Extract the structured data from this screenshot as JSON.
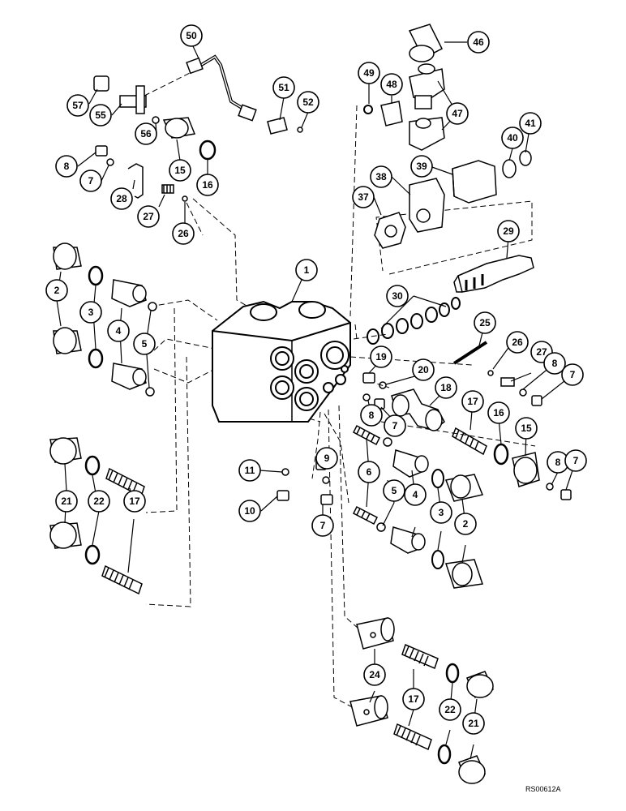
{
  "figure_code": "RS00612A",
  "callouts": [
    {
      "label": "50"
    },
    {
      "label": "46"
    },
    {
      "label": "57"
    },
    {
      "label": "55"
    },
    {
      "label": "51"
    },
    {
      "label": "52"
    },
    {
      "label": "49"
    },
    {
      "label": "48"
    },
    {
      "label": "47"
    },
    {
      "label": "56"
    },
    {
      "label": "41"
    },
    {
      "label": "40"
    },
    {
      "label": "8"
    },
    {
      "label": "15"
    },
    {
      "label": "7"
    },
    {
      "label": "16"
    },
    {
      "label": "39"
    },
    {
      "label": "28"
    },
    {
      "label": "38"
    },
    {
      "label": "27"
    },
    {
      "label": "37"
    },
    {
      "label": "26"
    },
    {
      "label": "29"
    },
    {
      "label": "1"
    },
    {
      "label": "2"
    },
    {
      "label": "3"
    },
    {
      "label": "4"
    },
    {
      "label": "30"
    },
    {
      "label": "5"
    },
    {
      "label": "25"
    },
    {
      "label": "26"
    },
    {
      "label": "27"
    },
    {
      "label": "8"
    },
    {
      "label": "7"
    },
    {
      "label": "19"
    },
    {
      "label": "20"
    },
    {
      "label": "18"
    },
    {
      "label": "17"
    },
    {
      "label": "8"
    },
    {
      "label": "7"
    },
    {
      "label": "16"
    },
    {
      "label": "15"
    },
    {
      "label": "9"
    },
    {
      "label": "11"
    },
    {
      "label": "6"
    },
    {
      "label": "21"
    },
    {
      "label": "22"
    },
    {
      "label": "17"
    },
    {
      "label": "8"
    },
    {
      "label": "7"
    },
    {
      "label": "10"
    },
    {
      "label": "7"
    },
    {
      "label": "5"
    },
    {
      "label": "4"
    },
    {
      "label": "3"
    },
    {
      "label": "2"
    },
    {
      "label": "24"
    },
    {
      "label": "17"
    },
    {
      "label": "22"
    },
    {
      "label": "21"
    }
  ]
}
